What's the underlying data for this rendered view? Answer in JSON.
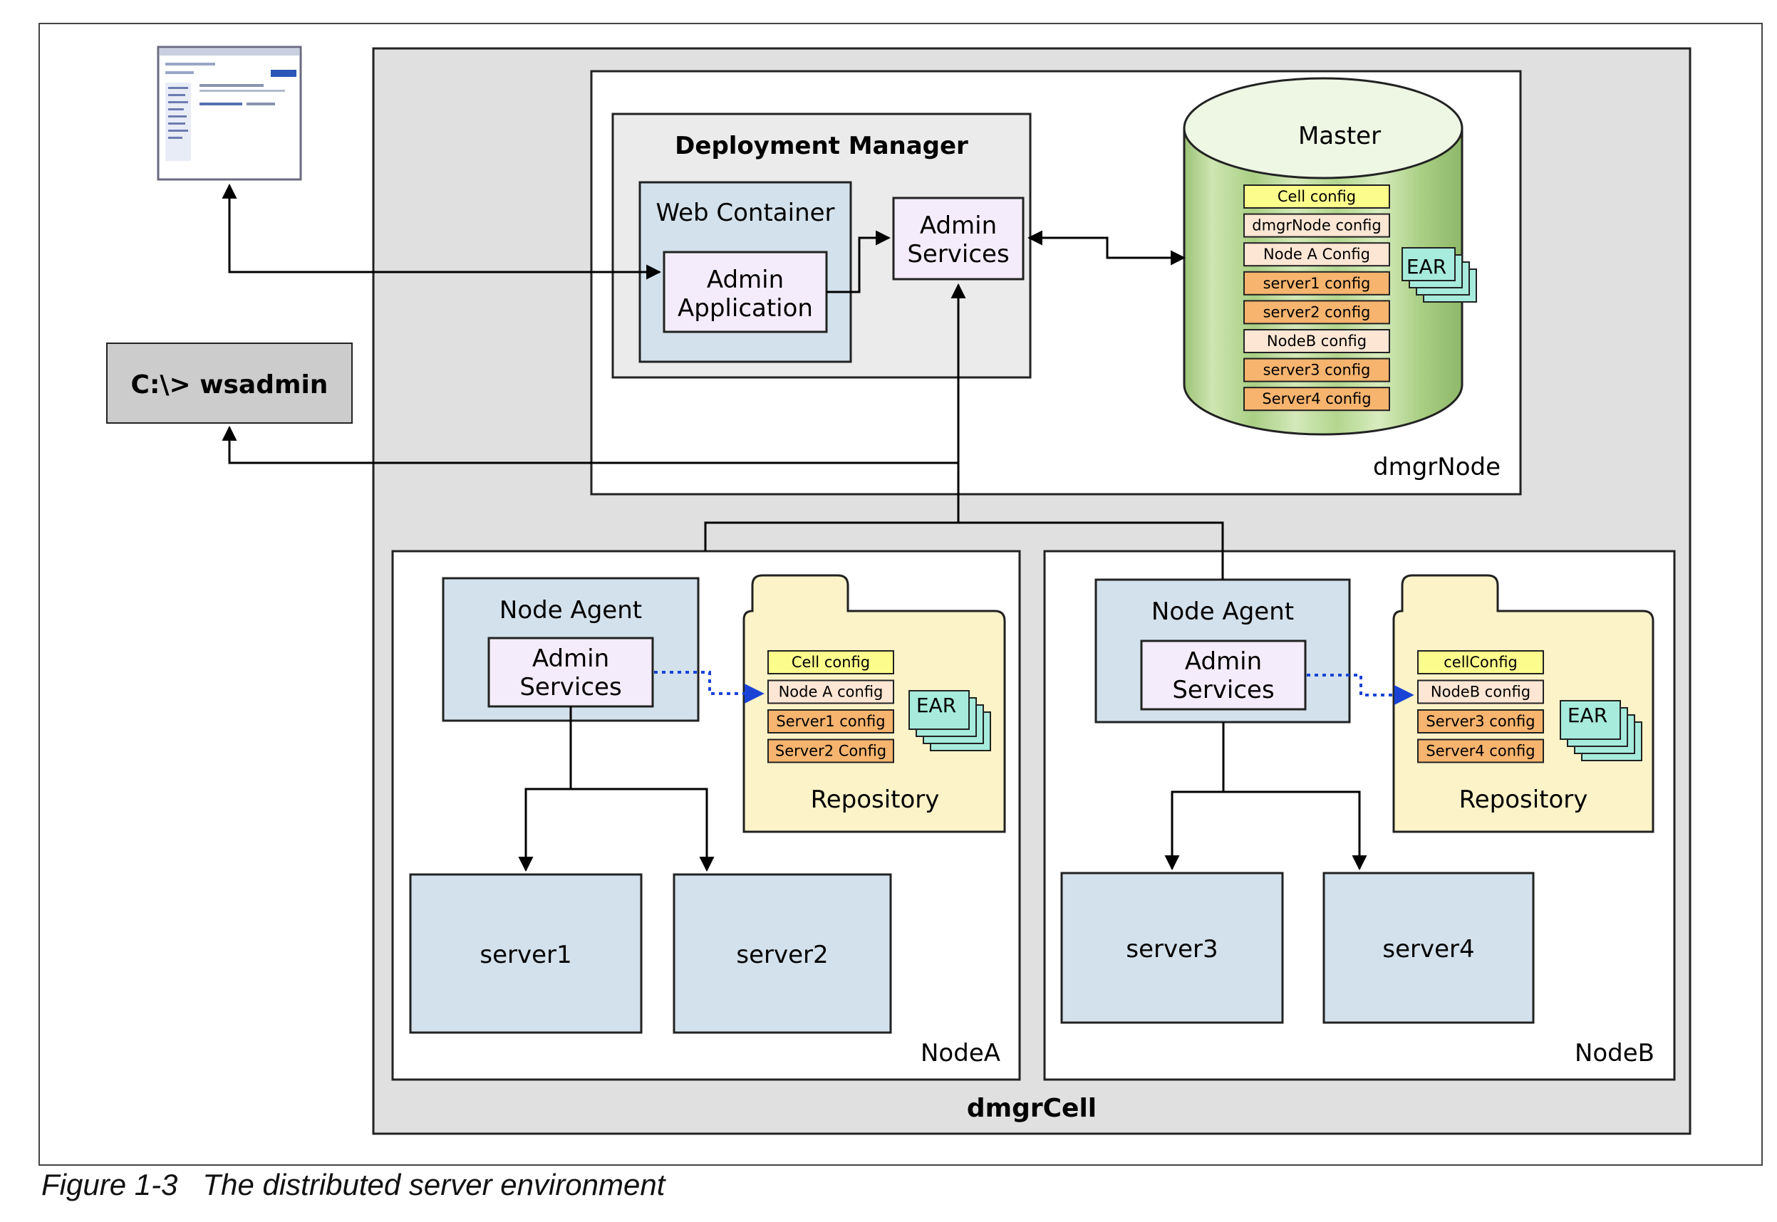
{
  "figure": {
    "caption": "Figure 1-3   The distributed server environment"
  },
  "cell": {
    "label": "dmgrCell"
  },
  "wsadmin": {
    "label": "C:\\> wsadmin"
  },
  "browser": {
    "icon": "browser-screenshot-icon"
  },
  "dmgr_node": {
    "label": "dmgrNode",
    "deployment_manager": {
      "title": "Deployment Manager",
      "web_container": {
        "title": "Web Container",
        "app_line1": "Admin",
        "app_line2": "Application"
      },
      "admin_services": {
        "line1": "Admin",
        "line2": "Services"
      }
    },
    "master": {
      "title": "Master",
      "configs": [
        "Cell config",
        "dmgrNode config",
        "Node A Config",
        "server1 config",
        "server2 config",
        "NodeB config",
        "server3 config",
        "Server4 config"
      ],
      "ear": "EAR"
    }
  },
  "node_a": {
    "label": "NodeA",
    "node_agent": {
      "title": "Node Agent",
      "line1": "Admin",
      "line2": "Services"
    },
    "repository": {
      "title": "Repository",
      "configs": [
        "Cell config",
        "Node A config",
        "Server1 config",
        "Server2 Config"
      ],
      "ear": "EAR"
    },
    "servers": [
      "server1",
      "server2"
    ]
  },
  "node_b": {
    "label": "NodeB",
    "node_agent": {
      "title": "Node Agent",
      "line1": "Admin",
      "line2": "Services"
    },
    "repository": {
      "title": "Repository",
      "configs": [
        "cellConfig",
        "NodeB config",
        "Server3 config",
        "Server4 config"
      ],
      "ear": "EAR"
    },
    "servers": [
      "server3",
      "server4"
    ]
  },
  "colors": {
    "cell_bg": "#e0e0e0",
    "box_blue": "#d3e1ec",
    "box_lavender": "#f4ecfb",
    "config_yellow": "#fcfc8c",
    "config_peach": "#fde6d4",
    "config_orange": "#f6b46e",
    "repository_bg": "#fdf3c8",
    "master_green": "#b5d695",
    "ear_teal": "#a6ebdb",
    "dotted_blue": "#1a43d6"
  }
}
